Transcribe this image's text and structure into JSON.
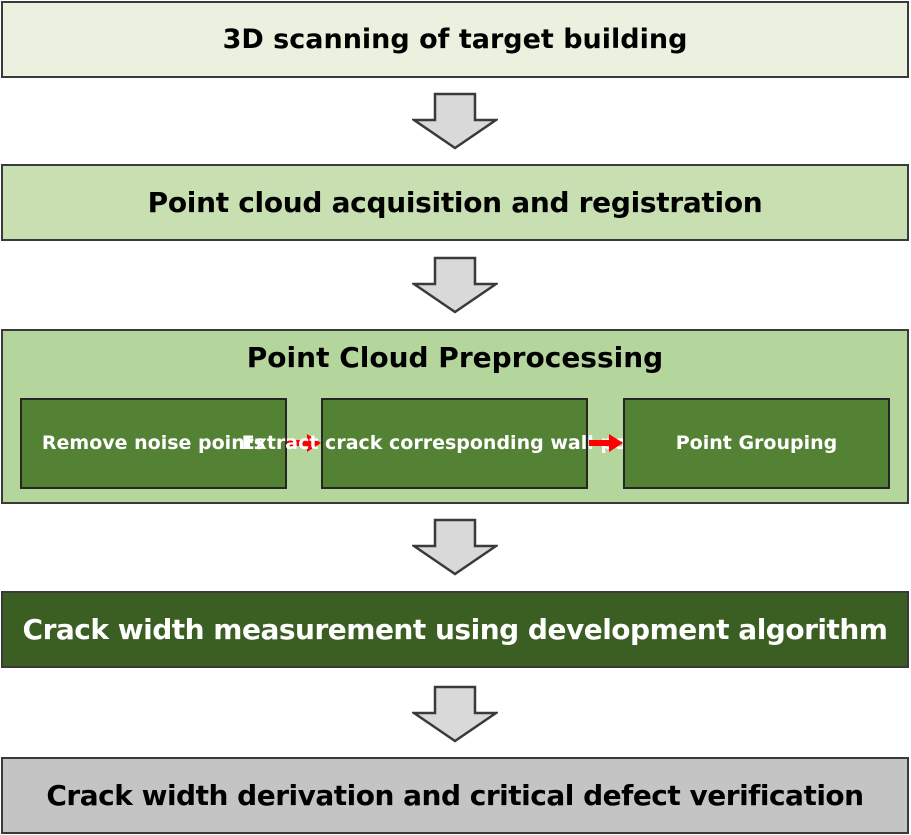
{
  "steps": {
    "step1": "3D scanning of target building",
    "step2": "Point cloud acquisition and registration",
    "step3": {
      "title": "Point Cloud Preprocessing",
      "substeps": [
        "Remove noise points",
        "Extract crack corresponding wall points",
        "Point Grouping"
      ]
    },
    "step4": "Crack width measurement using development algorithm",
    "step5": "Crack width derivation and critical defect verification"
  },
  "colors": {
    "step1_fill": "#eaf1de",
    "step2_fill": "#c7dfb1",
    "step3_fill": "#b4d59b",
    "substep_fill": "#548235",
    "step4_fill": "#3b5e23",
    "step5_fill": "#c4c4c4",
    "down_arrow_fill": "#d9d9d9",
    "side_arrow": "#ff0000"
  },
  "icons": {
    "flow_arrow": "down-arrow-icon",
    "sub_arrow": "right-arrow-icon"
  }
}
